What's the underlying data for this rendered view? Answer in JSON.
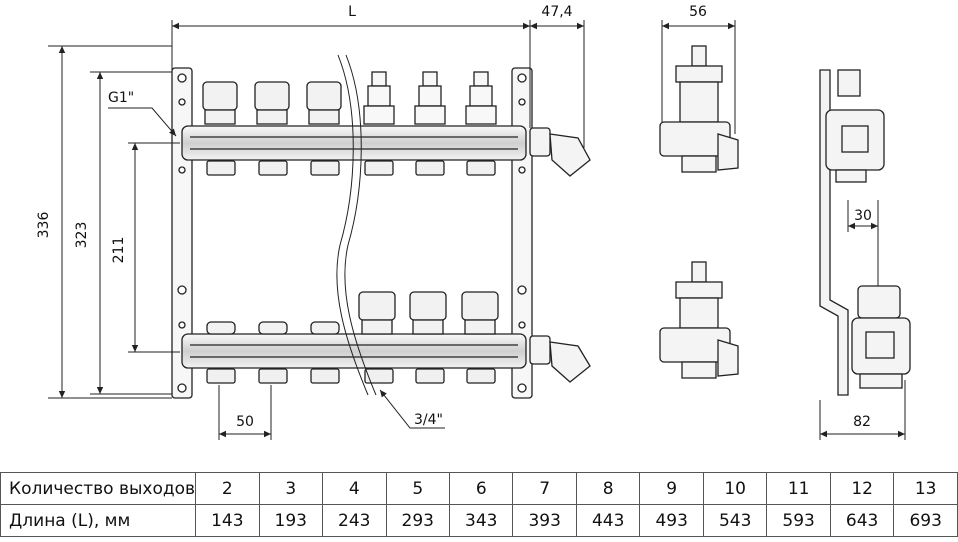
{
  "drawing": {
    "dimensions": {
      "length_label": "L",
      "inlet_offset": "47,4",
      "side_depth": "56",
      "overall_height": "336",
      "mount_height": "323",
      "axis_spacing": "211",
      "outlet_pitch": "50",
      "thread_main": "G1\"",
      "thread_outlet": "3/4\"",
      "rear_offset": "30",
      "rear_depth": "82"
    }
  },
  "table": {
    "row1_label": "Количество выходов",
    "row2_label": "Длина (L), мм",
    "outlets": [
      "2",
      "3",
      "4",
      "5",
      "6",
      "7",
      "8",
      "9",
      "10",
      "11",
      "12",
      "13"
    ],
    "lengths": [
      "143",
      "193",
      "243",
      "293",
      "343",
      "393",
      "443",
      "493",
      "543",
      "593",
      "643",
      "693"
    ]
  }
}
